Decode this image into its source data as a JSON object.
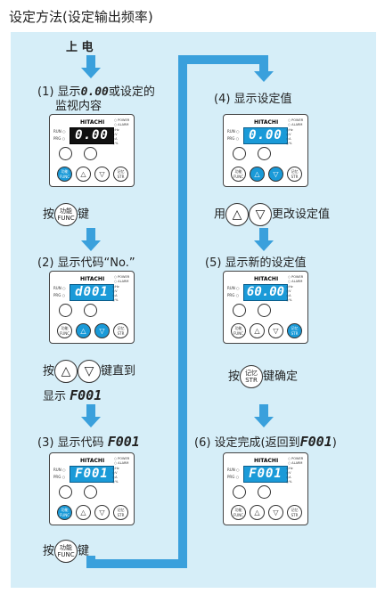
{
  "title": "设定方法(设定输出频率)",
  "start_label": "上 电",
  "steps": {
    "s1": {
      "prefix": "(1) 显示",
      "code": "0.00",
      "suffix": "或设定的",
      "line2": "监视内容",
      "display": "0.00"
    },
    "a1": {
      "pre": "按",
      "post": "键"
    },
    "s2": {
      "text": "(2) 显示代码“No.”",
      "display": "d001"
    },
    "a2": {
      "pre": "按",
      "post": "键直到",
      "line2pre": "显示",
      "line2code": "F001"
    },
    "s3": {
      "prefix": "(3) 显示代码",
      "code": "F001",
      "display": "F001"
    },
    "a3": {
      "pre": "按",
      "post": "键"
    },
    "s4": {
      "text": "(4) 显示设定值",
      "display": "0.00"
    },
    "a4": {
      "pre": "用",
      "post": "更改设定值"
    },
    "s5": {
      "text": "(5) 显示新的设定值",
      "display": "60.00"
    },
    "a5": {
      "pre": "按",
      "post": "键确定"
    },
    "s6": {
      "prefix": "(6) 设定完成(返回到",
      "code": "F001",
      "suffix": ")",
      "display": "F001"
    }
  },
  "device": {
    "brand": "HITACHI",
    "power": "POWER",
    "alarm": "ALARM",
    "run": "RUN",
    "prg": "PRG",
    "hz": "Hz",
    "v": "V",
    "a": "A",
    "kw": "kW",
    "pct": "%",
    "func_top": "功能",
    "func_bottom": "FUNC",
    "str_top": "记忆",
    "str_bottom": "STR",
    "up": "△",
    "down": "▽"
  },
  "colors": {
    "panel": "#d6eef8",
    "arrow": "#3aa0dc",
    "display": "#1a9ad8"
  }
}
